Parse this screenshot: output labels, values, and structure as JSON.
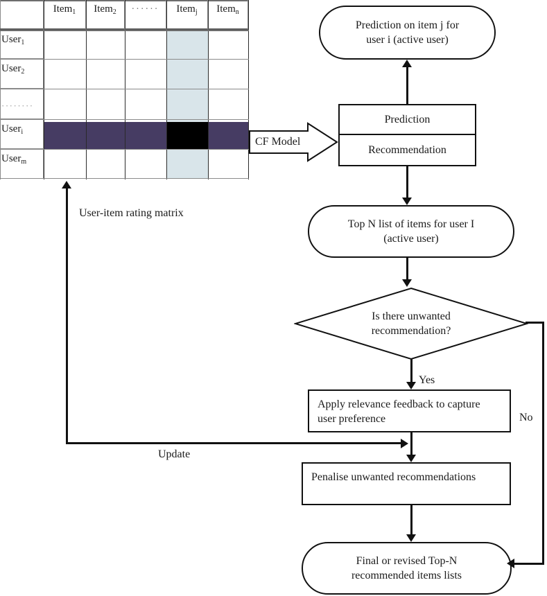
{
  "matrix": {
    "name": "user-item-rating-matrix",
    "caption": "User-item rating matrix",
    "column_headers": [
      "",
      "Item1",
      "Item2",
      "......",
      "Itemj",
      "Itemn"
    ],
    "column_header_parts": [
      {
        "base": "",
        "sub": ""
      },
      {
        "base": "Item",
        "sub": "1"
      },
      {
        "base": "Item",
        "sub": "2"
      },
      {
        "base": "······",
        "sub": ""
      },
      {
        "base": "Item",
        "sub": "j"
      },
      {
        "base": "Item",
        "sub": "n"
      }
    ],
    "row_labels": [
      {
        "base": "User",
        "sub": "1"
      },
      {
        "base": "User",
        "sub": "2"
      },
      {
        "base": "········",
        "sub": ""
      },
      {
        "base": "User",
        "sub": "i"
      },
      {
        "base": "User",
        "sub": "m"
      }
    ],
    "highlight_column": "Itemj",
    "highlight_row": "Useri",
    "target_cell": "Useri x Itemj",
    "colors": {
      "row_highlight": "#463c63",
      "column_highlight": "#d9e5ea",
      "target_cell": "#000000",
      "grid": "#8a8a8a"
    }
  },
  "flow": {
    "cf_model_arrow_label": "CF Model",
    "prediction_box": {
      "top_label": "Prediction",
      "bottom_label": "Recommendation"
    },
    "prediction_oval": "Prediction on item j for user i (active user)",
    "prediction_oval_lines": [
      "Prediction on item j for",
      "user i (active user)"
    ],
    "topn_oval_lines": [
      "Top N list of items for user I",
      "(active user)"
    ],
    "decision_lines": [
      "Is there unwanted",
      "recommendation?"
    ],
    "decision_yes_label": "Yes",
    "decision_no_label": "No",
    "relevance_box_lines": [
      "Apply relevance feedback to capture",
      "user preference"
    ],
    "penalise_box": "Penalise unwanted recommendations",
    "final_oval_lines": [
      "Final or revised Top-N",
      "recommended items lists"
    ],
    "update_label": "Update"
  }
}
